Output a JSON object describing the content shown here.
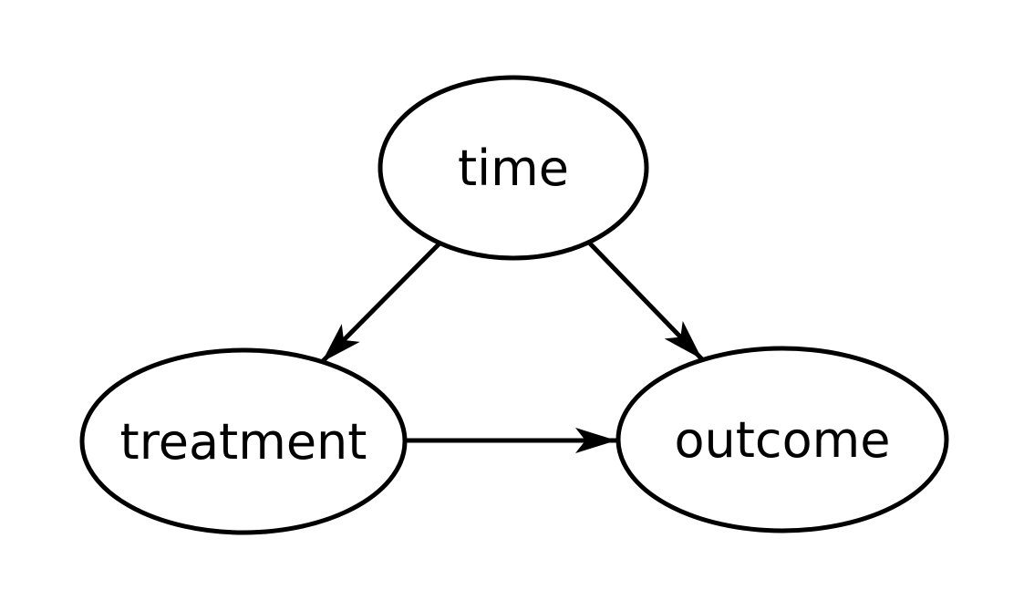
{
  "diagram": {
    "type": "directed-acyclic-graph",
    "background_color": "#ffffff",
    "stroke_color": "#000000",
    "nodes": [
      {
        "id": "time",
        "label": "time",
        "shape": "ellipse",
        "position": "top-center"
      },
      {
        "id": "treatment",
        "label": "treatment",
        "shape": "ellipse",
        "position": "bottom-left"
      },
      {
        "id": "outcome",
        "label": "outcome",
        "shape": "ellipse",
        "position": "bottom-right"
      }
    ],
    "edges": [
      {
        "from": "time",
        "to": "treatment",
        "arrowhead": "stealth"
      },
      {
        "from": "time",
        "to": "outcome",
        "arrowhead": "stealth"
      },
      {
        "from": "treatment",
        "to": "outcome",
        "arrowhead": "stealth"
      }
    ]
  }
}
